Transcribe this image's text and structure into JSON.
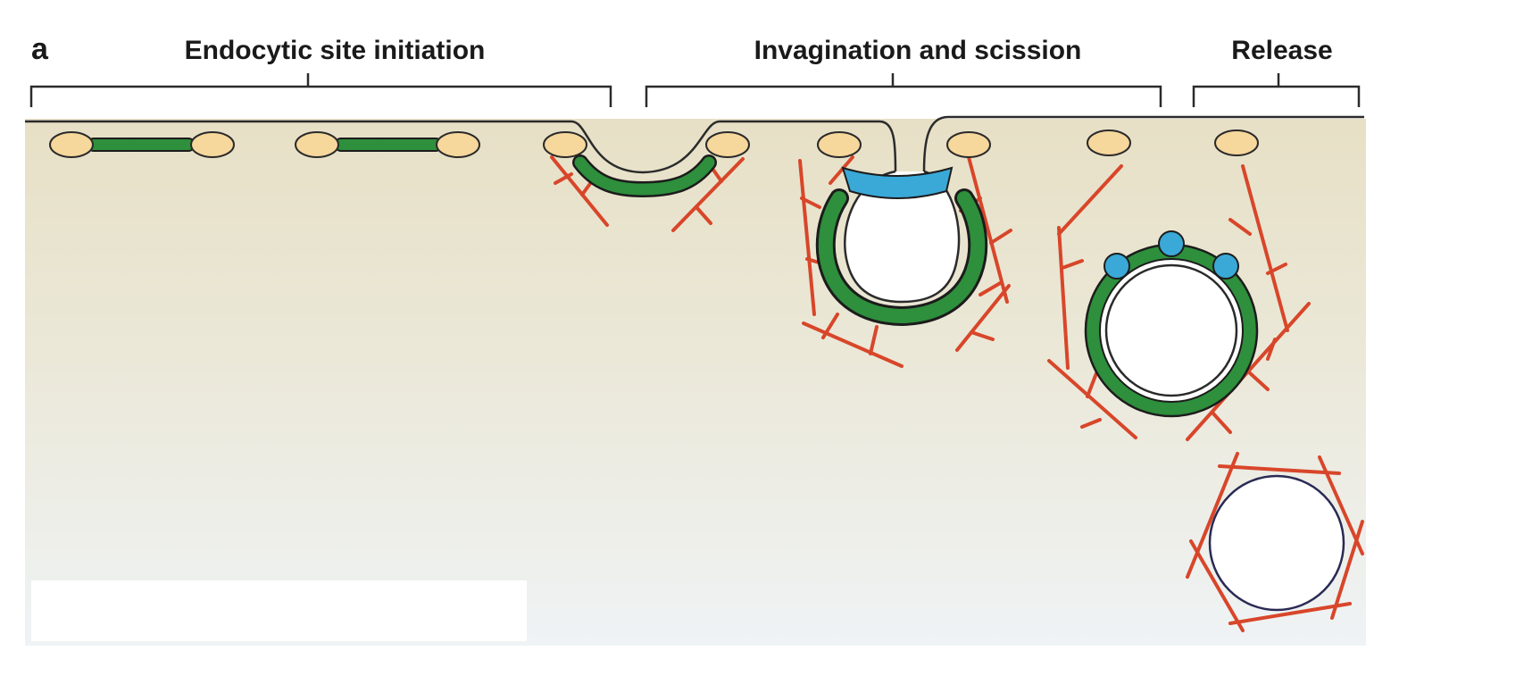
{
  "panel_letter": "a",
  "stages": [
    {
      "label": "Endocytic site initiation"
    },
    {
      "label": "Invagination and scission"
    },
    {
      "label": "Release"
    }
  ],
  "colors": {
    "cytoplasm_top": "#e7e0c6",
    "cytoplasm_bottom": "#eef2f4",
    "adaptor_oval": "#f6d79c",
    "coat_protein": "#2e8f3c",
    "actin": "#d8462a",
    "scission_protein": "#3aa9d8",
    "membrane": "#2b2b2b"
  }
}
